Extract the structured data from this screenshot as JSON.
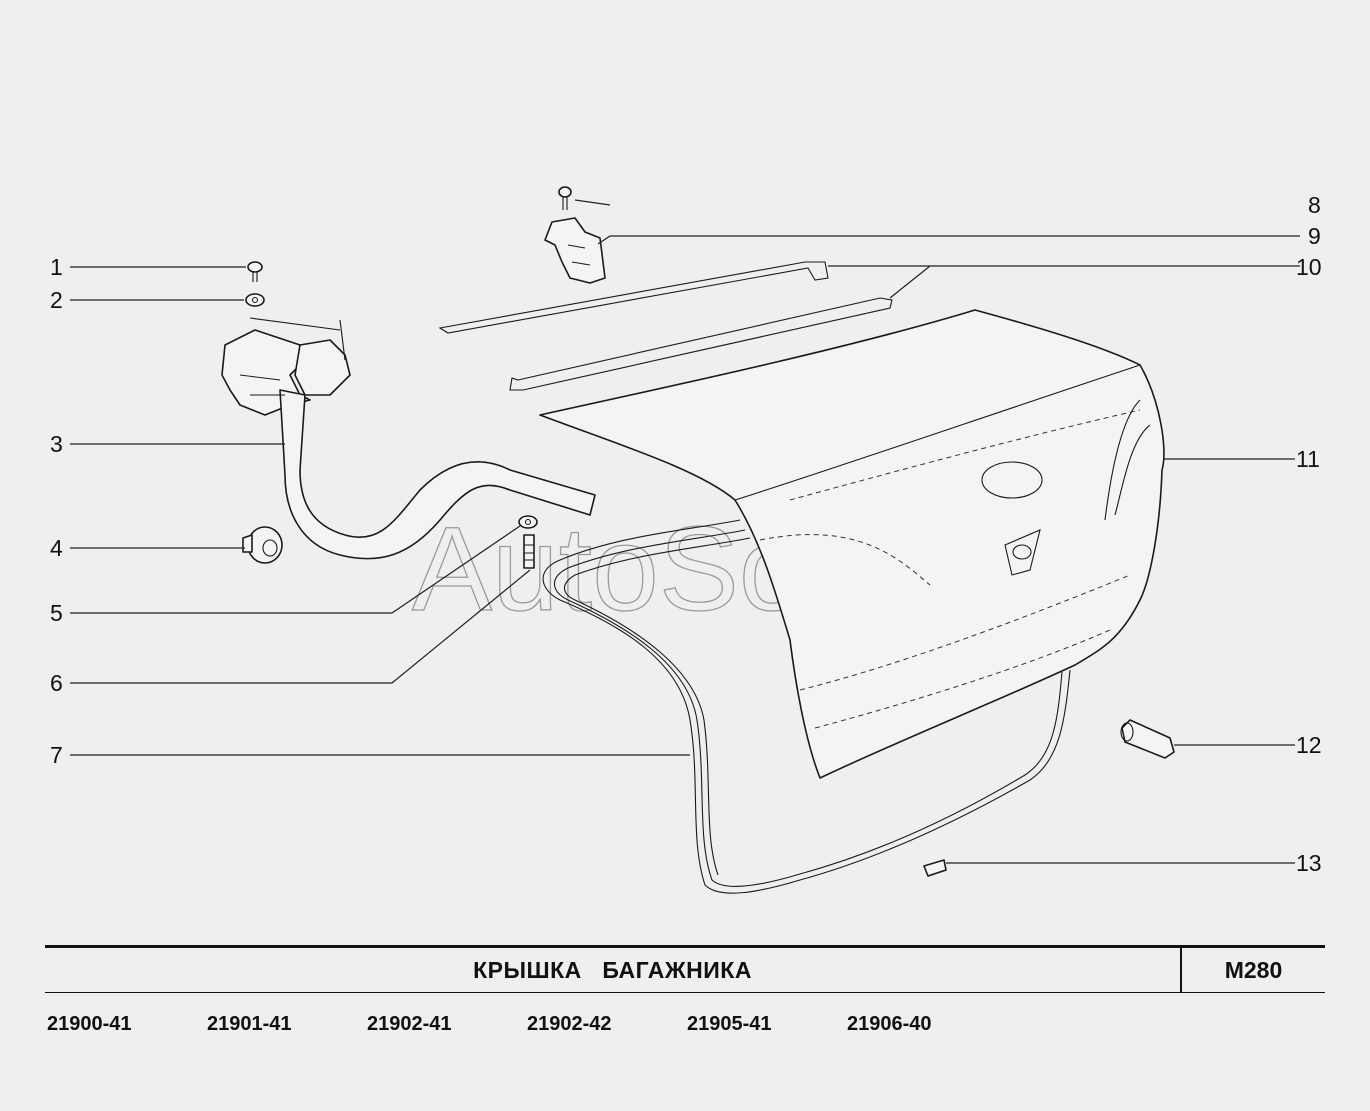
{
  "watermark": "AutoSoft",
  "callouts": {
    "n1": "1",
    "n2": "2",
    "n3": "3",
    "n4": "4",
    "n5": "5",
    "n6": "6",
    "n7": "7",
    "n8": "8",
    "n9": "9",
    "n10": "10",
    "n11": "11",
    "n12": "12",
    "n13": "13"
  },
  "title_block": {
    "title": "КРЫШКА   БАГАЖНИКА",
    "code": "M280"
  },
  "models": [
    "21900-41",
    "21901-41",
    "21902-41",
    "21902-42",
    "21905-41",
    "21906-40"
  ]
}
